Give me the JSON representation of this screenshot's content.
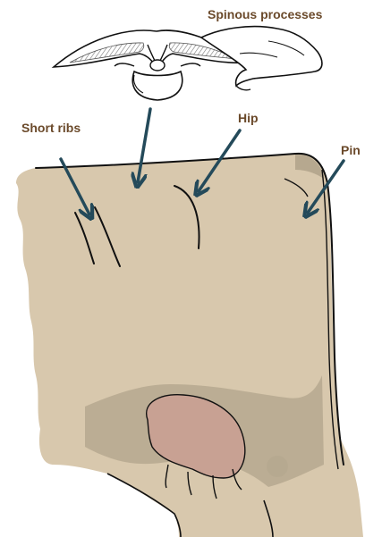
{
  "labels": {
    "spinous_processes": "Spinous processes",
    "short_ribs": "Short ribs",
    "hip": "Hip",
    "pin": "Pin"
  },
  "colors": {
    "body": "#d8c8ad",
    "body_shadow": "#b6a88f",
    "udder": "#c8a193",
    "arrow": "#244a5a",
    "outline": "#111111",
    "label_text": "#6b4a2b",
    "vertebra_hatch": "#777777"
  },
  "icons": {
    "vertebra": "vertebra-cross-section-icon",
    "hand": "hand-icon"
  }
}
